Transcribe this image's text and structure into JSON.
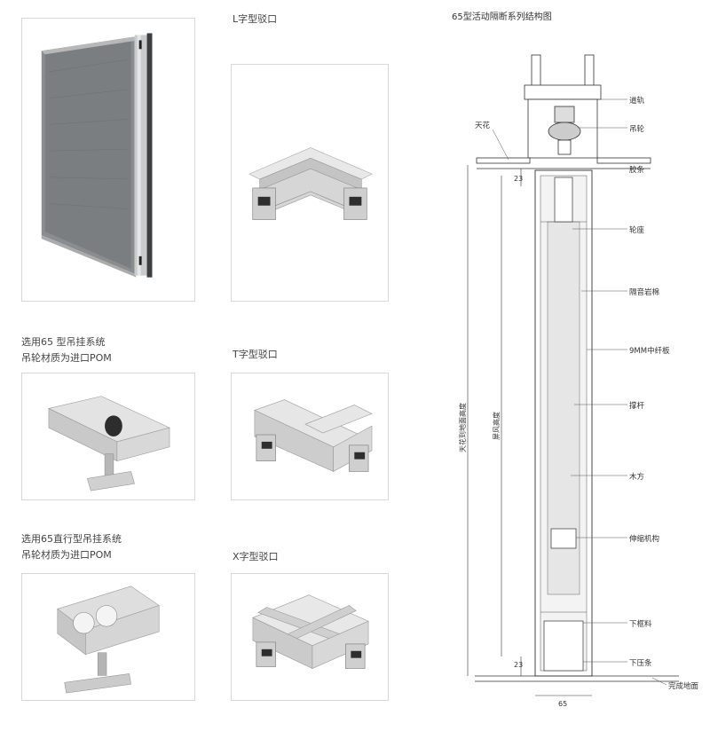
{
  "left": {
    "caption_pom1_line1": "选用65 型吊挂系统",
    "caption_pom1_line2": "吊轮材质为进口POM",
    "caption_pom2_line1": "选用65直行型吊挂系统",
    "caption_pom2_line2": "吊轮材质为进口POM"
  },
  "middle": {
    "l_joint": "L字型驳口",
    "t_joint": "T字型驳口",
    "x_joint": "X字型驳口"
  },
  "diagram": {
    "title": "65型活动隔断系列结构图",
    "labels": {
      "track": "道轨",
      "hanging_wheel": "吊轮",
      "ceiling": "天花",
      "rubber_strip": "胶条",
      "wheel_seat": "轮座",
      "rock_wool": "隔音岩棉",
      "fiber_board": "9MM中纤板",
      "brace": "撑杆",
      "wood": "木方",
      "telescopic": "伸缩机构",
      "lower_frame": "下框料",
      "lower_press": "下压条",
      "finished_floor": "完成地面"
    },
    "dims": {
      "top_gap": "23",
      "bottom_gap": "23",
      "total_height": "天花到地面高度",
      "screen_height": "屏风高度",
      "width": "65"
    }
  }
}
